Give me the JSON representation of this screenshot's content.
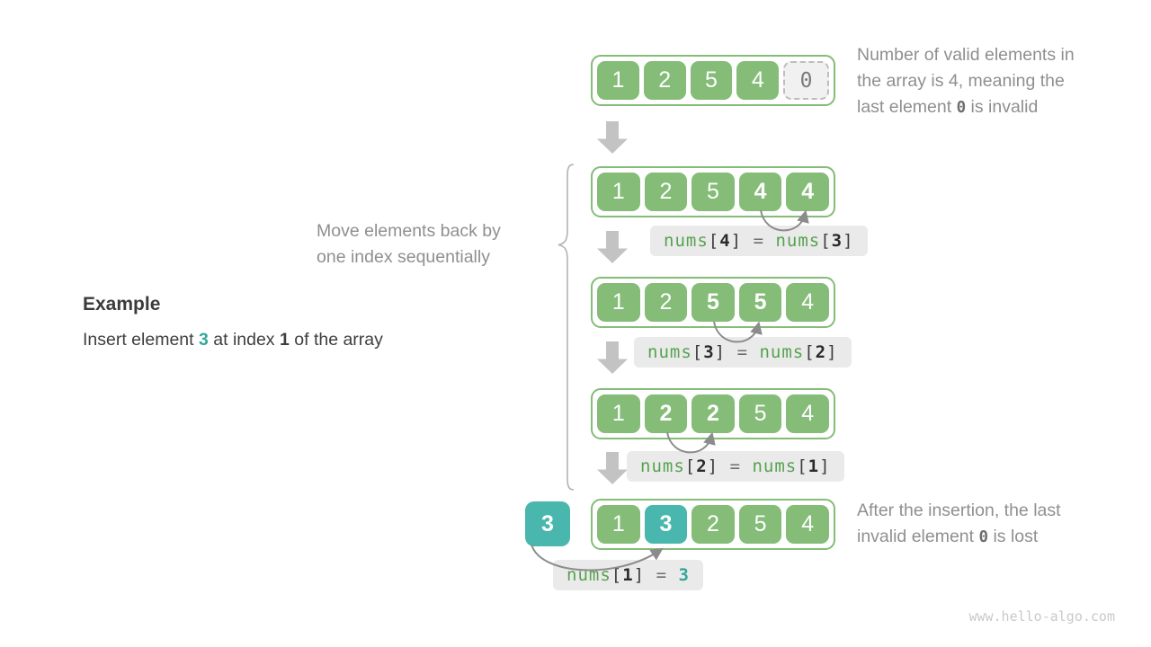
{
  "colors": {
    "green": "#84BC78",
    "teal": "#49B7AD",
    "teal-text": "#35A79B",
    "code-green": "#56A24F",
    "gray-text": "#8F8F8F",
    "dark-text": "#3F3F3F",
    "arrow-gray": "#C3C3C3",
    "label-bg": "#EAEAEA"
  },
  "example": {
    "heading": "Example",
    "line": [
      {
        "t": "Insert element ",
        "c": "plain"
      },
      {
        "t": "3",
        "c": "teal-bold"
      },
      {
        "t": " at index ",
        "c": "plain"
      },
      {
        "t": "1",
        "c": "bold"
      },
      {
        "t": " of the array",
        "c": "plain"
      }
    ]
  },
  "annotations": {
    "top_right": [
      {
        "t": "Number of valid elements in\nthe array is 4, meaning the\nlast element ",
        "c": "plain"
      },
      {
        "t": "0",
        "c": "code"
      },
      {
        "t": " is invalid",
        "c": "plain"
      }
    ],
    "move": [
      {
        "t": "Move elements back by\none index sequentially",
        "c": "plain"
      }
    ],
    "bottom_right": [
      {
        "t": "After the insertion, the last\ninvalid element ",
        "c": "plain"
      },
      {
        "t": "0",
        "c": "code"
      },
      {
        "t": " is lost",
        "c": "plain"
      }
    ]
  },
  "rows": [
    {
      "cells": [
        {
          "v": "1",
          "type": "g"
        },
        {
          "v": "2",
          "type": "g"
        },
        {
          "v": "5",
          "type": "g"
        },
        {
          "v": "4",
          "type": "g"
        },
        {
          "v": "0",
          "type": "x"
        }
      ]
    },
    {
      "cells": [
        {
          "v": "1",
          "type": "g"
        },
        {
          "v": "2",
          "type": "g"
        },
        {
          "v": "5",
          "type": "g"
        },
        {
          "v": "4",
          "type": "gb"
        },
        {
          "v": "4",
          "type": "gb"
        }
      ],
      "label": [
        {
          "t": "nums",
          "c": "fn"
        },
        {
          "t": "[",
          "c": "br"
        },
        {
          "t": "4",
          "c": "idx"
        },
        {
          "t": "]",
          "c": "br"
        },
        {
          "t": " = ",
          "c": "eq"
        },
        {
          "t": "nums",
          "c": "fn"
        },
        {
          "t": "[",
          "c": "br"
        },
        {
          "t": "3",
          "c": "idx"
        },
        {
          "t": "]",
          "c": "br"
        }
      ]
    },
    {
      "cells": [
        {
          "v": "1",
          "type": "g"
        },
        {
          "v": "2",
          "type": "g"
        },
        {
          "v": "5",
          "type": "gb"
        },
        {
          "v": "5",
          "type": "gb"
        },
        {
          "v": "4",
          "type": "g"
        }
      ],
      "label": [
        {
          "t": "nums",
          "c": "fn"
        },
        {
          "t": "[",
          "c": "br"
        },
        {
          "t": "3",
          "c": "idx"
        },
        {
          "t": "]",
          "c": "br"
        },
        {
          "t": " = ",
          "c": "eq"
        },
        {
          "t": "nums",
          "c": "fn"
        },
        {
          "t": "[",
          "c": "br"
        },
        {
          "t": "2",
          "c": "idx"
        },
        {
          "t": "]",
          "c": "br"
        }
      ]
    },
    {
      "cells": [
        {
          "v": "1",
          "type": "g"
        },
        {
          "v": "2",
          "type": "gb"
        },
        {
          "v": "2",
          "type": "gb"
        },
        {
          "v": "5",
          "type": "g"
        },
        {
          "v": "4",
          "type": "g"
        }
      ],
      "label": [
        {
          "t": "nums",
          "c": "fn"
        },
        {
          "t": "[",
          "c": "br"
        },
        {
          "t": "2",
          "c": "idx"
        },
        {
          "t": "]",
          "c": "br"
        },
        {
          "t": " = ",
          "c": "eq"
        },
        {
          "t": "nums",
          "c": "fn"
        },
        {
          "t": "[",
          "c": "br"
        },
        {
          "t": "1",
          "c": "idx"
        },
        {
          "t": "]",
          "c": "br"
        }
      ]
    },
    {
      "cells": [
        {
          "v": "1",
          "type": "g"
        },
        {
          "v": "3",
          "type": "t"
        },
        {
          "v": "2",
          "type": "g"
        },
        {
          "v": "5",
          "type": "g"
        },
        {
          "v": "4",
          "type": "g"
        }
      ],
      "label": [
        {
          "t": "nums",
          "c": "fn"
        },
        {
          "t": "[",
          "c": "br"
        },
        {
          "t": "1",
          "c": "idx"
        },
        {
          "t": "]",
          "c": "br"
        },
        {
          "t": " = ",
          "c": "eq"
        },
        {
          "t": "3",
          "c": "teal"
        }
      ]
    }
  ],
  "insert_box": {
    "v": "3"
  },
  "watermark": "www.hello-algo.com"
}
